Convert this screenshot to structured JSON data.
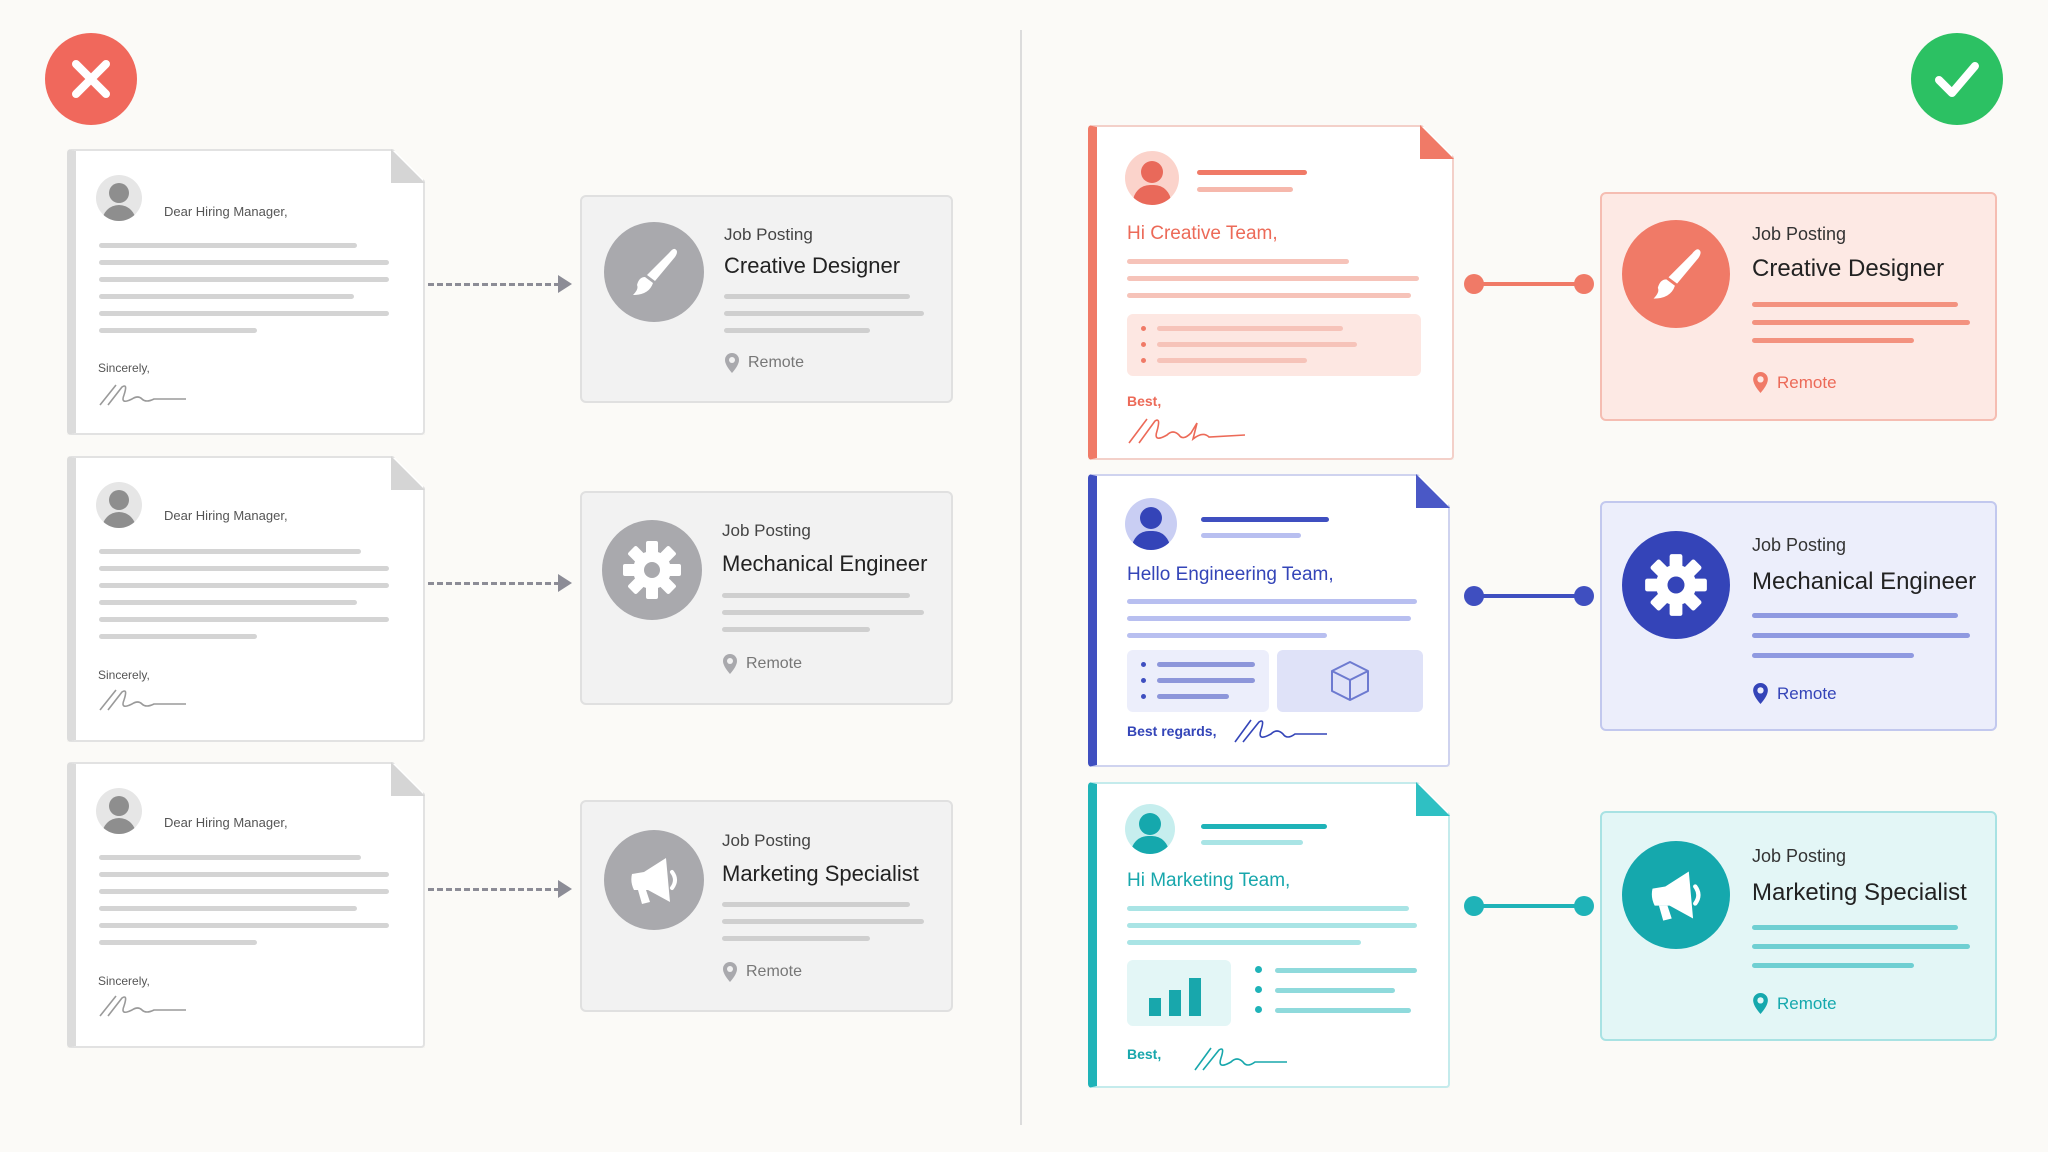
{
  "colors": {
    "gray": "#a9a9ad",
    "coral": "#f07a67",
    "blue": "#3f4fc0",
    "teal": "#1fb3b8",
    "bad": "#f0685c",
    "good": "#2cc163"
  },
  "icons": {
    "bad": "x-mark-icon",
    "good": "check-mark-icon",
    "brush": "paintbrush-icon",
    "gear": "gear-icon",
    "megaphone": "megaphone-icon",
    "pin": "location-pin-icon",
    "cube": "cube-icon",
    "chart": "bar-chart-icon"
  },
  "generic_letters": [
    {
      "greeting": "Dear Hiring Manager,",
      "closing": "Sincerely,"
    },
    {
      "greeting": "Dear Hiring Manager,",
      "closing": "Sincerely,"
    },
    {
      "greeting": "Dear Hiring Manager,",
      "closing": "Sincerely,"
    }
  ],
  "tailored_letters": [
    {
      "greeting": "Hi Creative Team,",
      "closing": "Best,"
    },
    {
      "greeting": "Hello Engineering Team,",
      "closing": "Best regards,"
    },
    {
      "greeting": "Hi Marketing Team,",
      "closing": "Best,"
    }
  ],
  "jobs": [
    {
      "label": "Job Posting",
      "title": "Creative Designer",
      "location": "Remote"
    },
    {
      "label": "Job Posting",
      "title": "Mechanical Engineer",
      "location": "Remote"
    },
    {
      "label": "Job Posting",
      "title": "Marketing Specialist",
      "location": "Remote"
    }
  ]
}
